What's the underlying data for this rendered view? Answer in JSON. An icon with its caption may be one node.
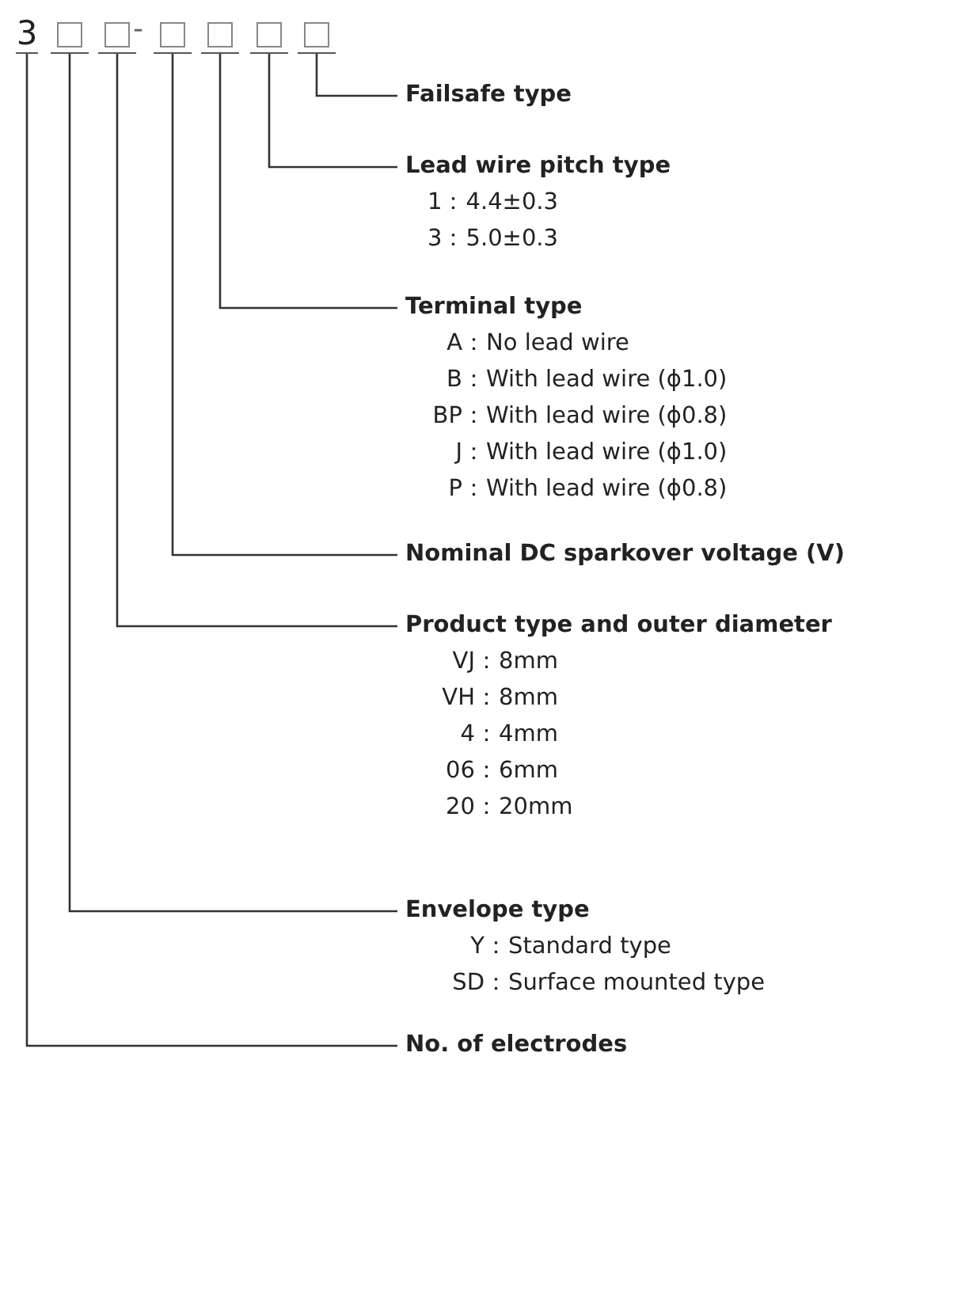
{
  "diagram": {
    "nodes": [
      {
        "text": [
          "3"
        ]
      },
      {
        "text": [],
        "shape": "box"
      },
      {
        "text": [],
        "shape": "box"
      },
      {
        "text": [],
        "shape": "box"
      },
      {
        "text": [],
        "shape": "box"
      },
      {
        "text": [],
        "shape": "box"
      },
      {
        "text": [],
        "shape": "box"
      },
      {
        "text": [
          "Failsafe type"
        ]
      },
      {
        "text": [
          "Lead wire pitch type",
          "1：4.4±0.3",
          "3：5.0±0.3"
        ]
      },
      {
        "text": [
          "Terminal type",
          "A：No lead wire",
          "B：With lead wire (ϕ1.0)",
          "BP：With lead wire (ϕ0.8)",
          "J：With lead wire (ϕ1.0)",
          "P：With lead wire (ϕ0.8)"
        ]
      },
      {
        "text": [
          "Nominal DC sparkover voltage (V)"
        ]
      },
      {
        "text": [
          "Product type and outer diameter",
          "VJ：8mm",
          "VH：8mm",
          "4：4mm",
          "06：6mm",
          "20：20mm"
        ]
      },
      {
        "text": [
          "Envelope type",
          "Y：Standard type",
          "SD：Surface mounted type"
        ]
      },
      {
        "text": [
          "No. of electrodes"
        ]
      }
    ],
    "edges": [
      {
        "from": 7,
        "to": 6,
        "arrow": "none"
      },
      {
        "from": 8,
        "to": 5,
        "arrow": "none"
      },
      {
        "from": 9,
        "to": 4,
        "arrow": "none"
      },
      {
        "from": 10,
        "to": 3,
        "arrow": "none"
      },
      {
        "from": 11,
        "to": 2,
        "arrow": "none"
      },
      {
        "from": 12,
        "to": 1,
        "arrow": "none"
      },
      {
        "from": 13,
        "to": 0,
        "arrow": "none"
      }
    ],
    "labels": [
      "-"
    ]
  }
}
